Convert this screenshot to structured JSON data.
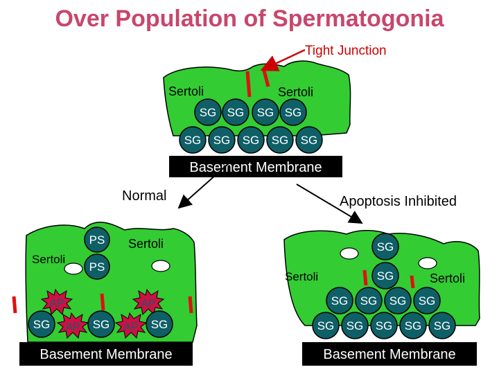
{
  "title": "Over Population of Spermatogonia",
  "top": {
    "tight_junction": "Tight Junction",
    "sertoli_left": "Sertoli",
    "sertoli_right": "Sertoli",
    "sg": "SG",
    "membrane": "Basement Membrane"
  },
  "normal": {
    "label": "Normal",
    "sertoli_outer": "Sertoli",
    "sertoli_inner": "Sertoli",
    "ps": "PS",
    "ap": "AP",
    "sg": "SG",
    "membrane": "Basement Membrane"
  },
  "inhibited": {
    "label": "Apoptosis Inhibited",
    "sertoli_left": "Sertoli",
    "sertoli_right": "Sertoli",
    "sg": "SG",
    "membrane": "Basement Membrane"
  },
  "colors": {
    "title": "#c8466c",
    "sertoli": "#33cc33",
    "sg_cell": "#0f5f67",
    "membrane": "#000000",
    "junction": "#dd1111",
    "apoptotic": "#cc1144",
    "arrow": "#cc0000"
  }
}
